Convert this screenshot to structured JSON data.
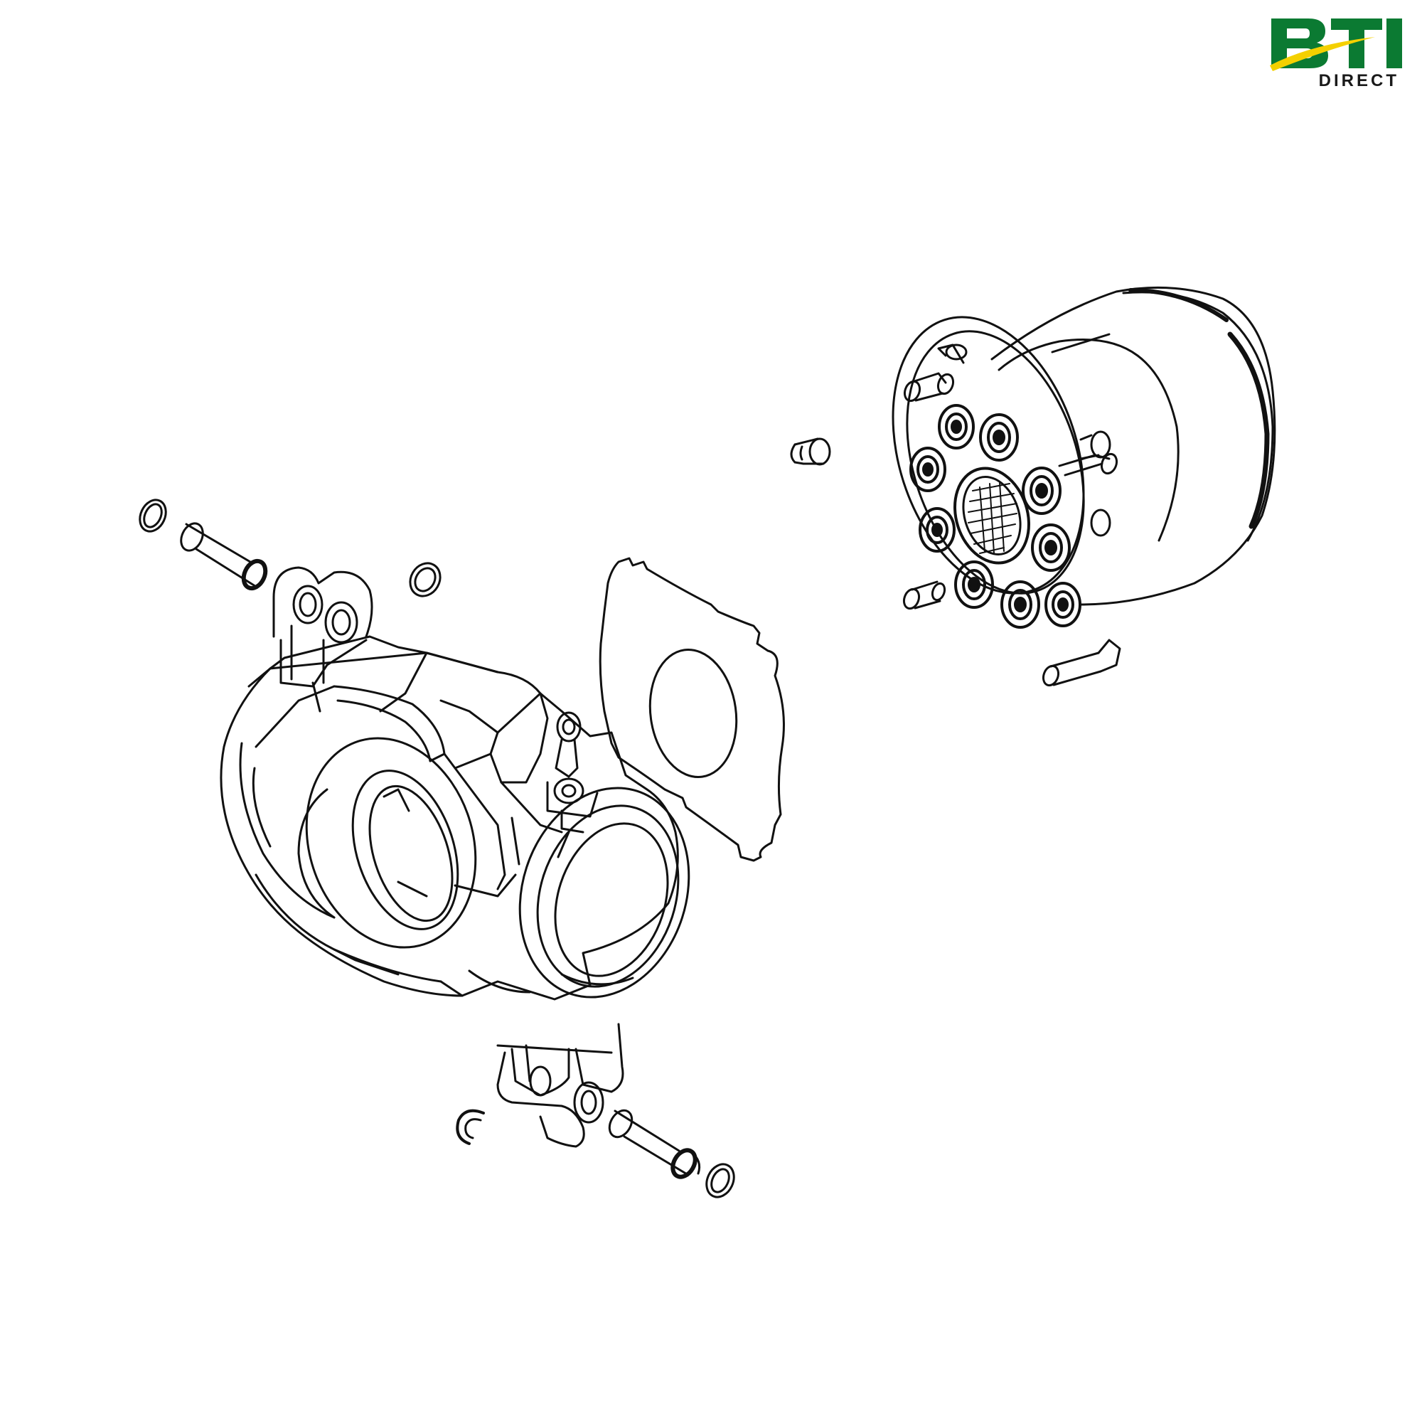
{
  "logo": {
    "brand": "BTI",
    "subtitle": "DIRECT",
    "colors": {
      "green": "#0b7a32",
      "yellow": "#f4d000",
      "dark": "#1a1a1a"
    }
  },
  "diagram": {
    "style": "exploded line drawing",
    "line_color": "#111111",
    "parts": [
      "motor-housing",
      "gasket",
      "rotating-group",
      "dowel-pin-upper",
      "o-ring-upper-left",
      "o-ring-upper-middle",
      "dowel-pin-lower",
      "o-ring-lower-right",
      "c-clip-lower-left",
      "locating-sleeve"
    ]
  }
}
